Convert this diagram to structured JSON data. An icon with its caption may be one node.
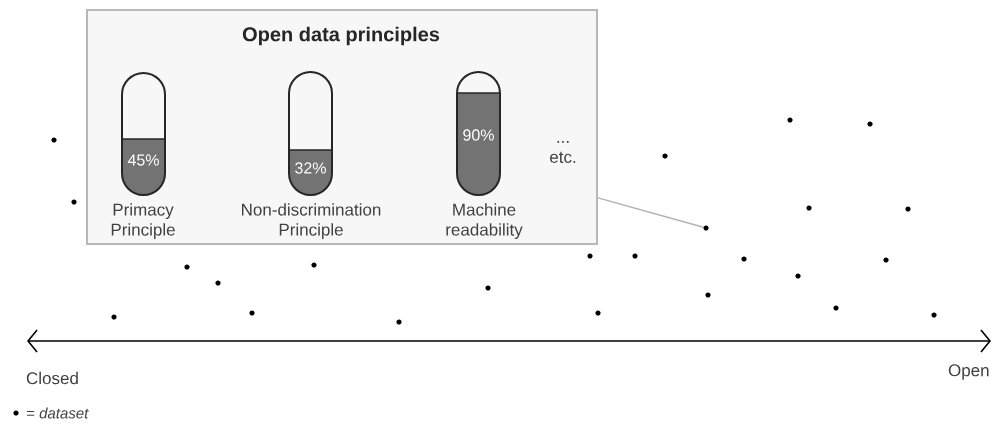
{
  "diagram": {
    "nodes": [
      {
        "text": [
          "Open data principles"
        ]
      },
      {
        "text": [
          "45%"
        ],
        "beside": [
          "Primacy Principle"
        ],
        "in": 0
      },
      {
        "text": [
          "32%"
        ],
        "beside": [
          "Non-discrimination Principle"
        ],
        "in": 0
      },
      {
        "text": [
          "90%"
        ],
        "beside": [
          "Machine readability"
        ],
        "in": 0
      },
      {
        "text": [],
        "shape": "circle"
      }
    ],
    "edges": [
      {
        "from": 0,
        "to": 4,
        "arrow": "none"
      }
    ],
    "labels": [
      "... etc.",
      "Closed",
      "Open"
    ],
    "legend": [
      {
        "text": "= *dataset*"
      }
    ]
  }
}
